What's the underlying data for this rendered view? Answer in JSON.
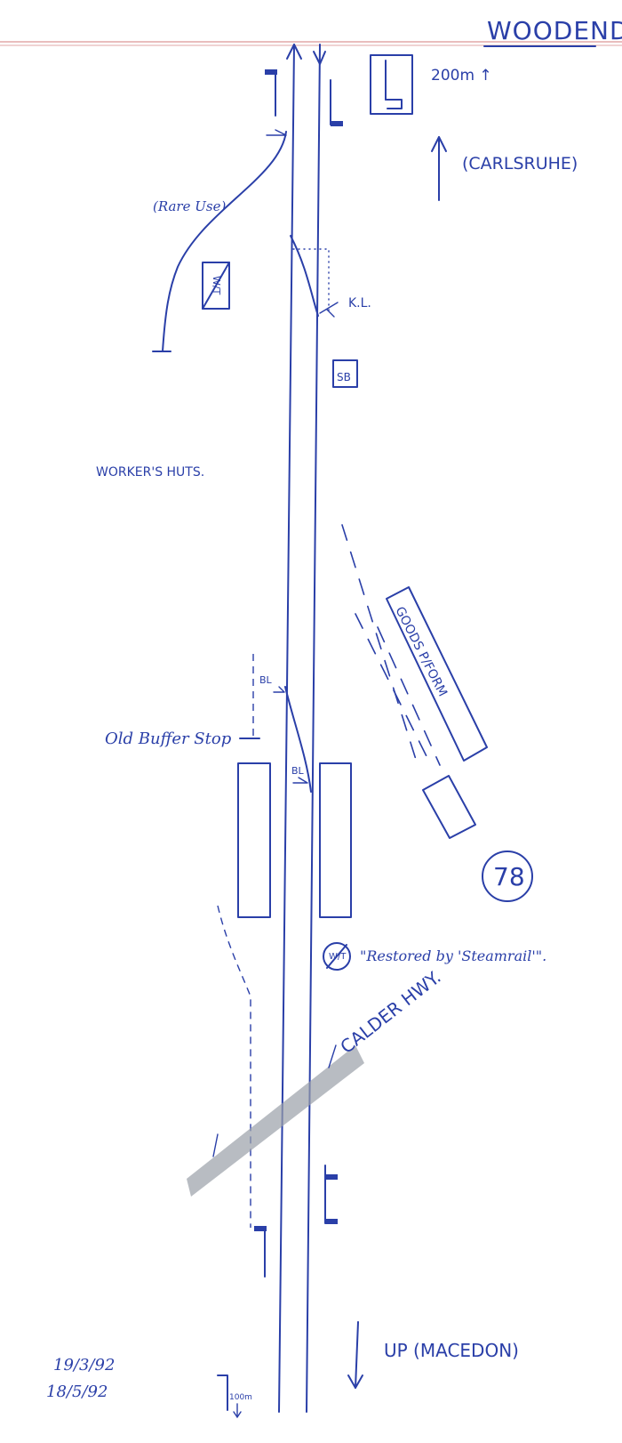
{
  "title": "WOODEND",
  "labels": {
    "distance_top": "200m ↑",
    "direction_down": "(CARLSRUHE)",
    "rare_use": "(Rare Use)",
    "water_tank": "W/T",
    "kl": "K.L.",
    "signal_box": "SB",
    "workers_huts": "WORKER'S HUTS.",
    "goods_platform": "GOODS P/FORM",
    "bl_upper": "BL",
    "bl_lower": "BL",
    "old_buffer_stop": "Old Buffer Stop",
    "circle_number": "78",
    "water_tank_restored": "W/T",
    "restored_note": "\"Restored by 'Steamrail'\".",
    "road": "CALDER HWY.",
    "direction_up": "UP (MACEDON)",
    "date_1": "19/3/92",
    "date_2": "18/5/92",
    "distance_bottom": "100m"
  },
  "colors": {
    "ink": "#2a3fa8",
    "road_shading": "#9aa0a8",
    "header_rule": "#e2a7a7"
  }
}
